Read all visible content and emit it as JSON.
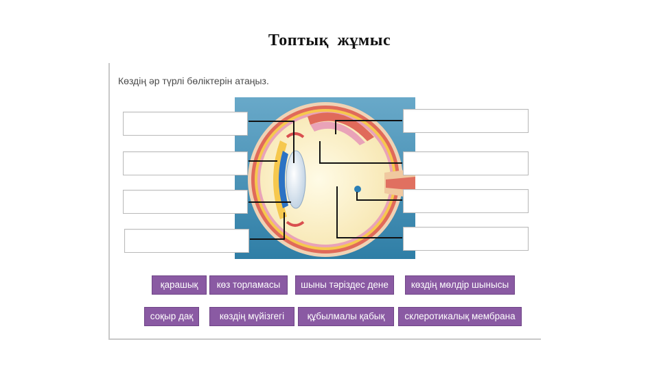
{
  "title": "Топтық  жұмыс",
  "instruction": "Көздің әр түрлі бөліктерін атаңыз.",
  "answer_boxes": [
    "",
    "",
    "",
    "",
    "",
    "",
    "",
    ""
  ],
  "word_chips": [
    "қарашық",
    "көз торламасы",
    "шыны тәріздес дене",
    "көздің мөлдір шынысы",
    "соқыр дақ",
    "көздің мүйізгегі",
    "құбылмалы қабық",
    "склеротикалық мембрана"
  ],
  "colors": {
    "chip_bg": "#8a5aa3",
    "diagram_bg": "#3f8fb5",
    "eyeball": "#fdf3cf"
  }
}
